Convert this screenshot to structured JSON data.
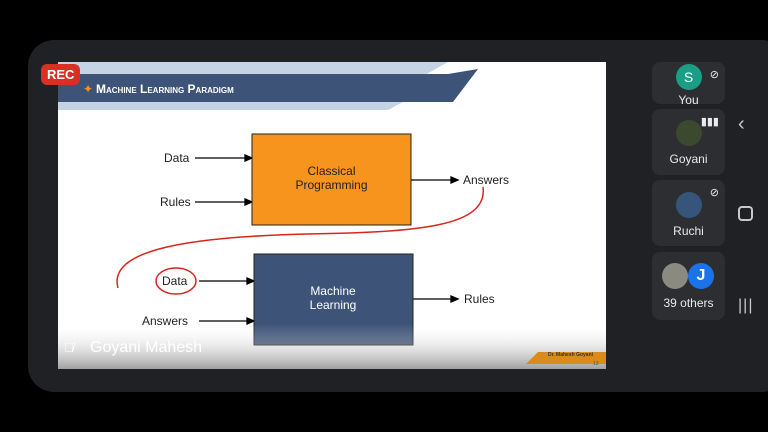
{
  "rec_badge": "REC",
  "slide": {
    "title": "Machine Learning Paradigm",
    "top": {
      "inputs": [
        "Data",
        "Rules"
      ],
      "box": "Classical Programming",
      "output": "Answers"
    },
    "bottom": {
      "inputs": [
        "Data",
        "Answers"
      ],
      "box": "Machine Learning",
      "output": "Rules"
    },
    "footer_author": "Dr. Mahesh Goyani",
    "page": "13"
  },
  "presenter_name": "Goyani Mahesh",
  "participants": [
    {
      "name": "You",
      "initial": "S",
      "color": "#1a9e85"
    },
    {
      "name": "Goyani"
    },
    {
      "name": "Ruchi"
    },
    {
      "name": "39 others",
      "initial": "J",
      "color": "#1a73e8"
    }
  ],
  "colors": {
    "orange": "#f7941d",
    "navy": "#3d5478",
    "annotation": "#d9261c"
  }
}
